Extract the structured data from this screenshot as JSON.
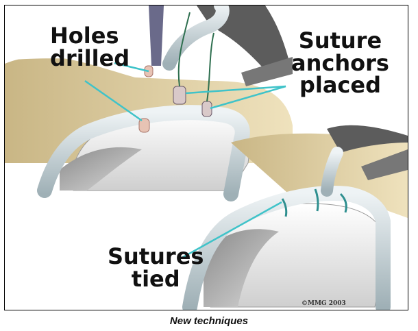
{
  "labels": {
    "holes": [
      "Holes",
      "drilled"
    ],
    "anchors": [
      "Suture",
      "anchors",
      "placed"
    ],
    "sutures": [
      "Sutures",
      "tied"
    ]
  },
  "copyright": "©MMG 2003",
  "caption": "New techniques",
  "colors": {
    "pointer": "#3fc3c9",
    "labrum": "#b9c7cc",
    "bone": "#d6c49a",
    "cartilage": "#e4e4e4",
    "shadow": "#6f6f6f",
    "anchor": "#e7c3b4"
  }
}
